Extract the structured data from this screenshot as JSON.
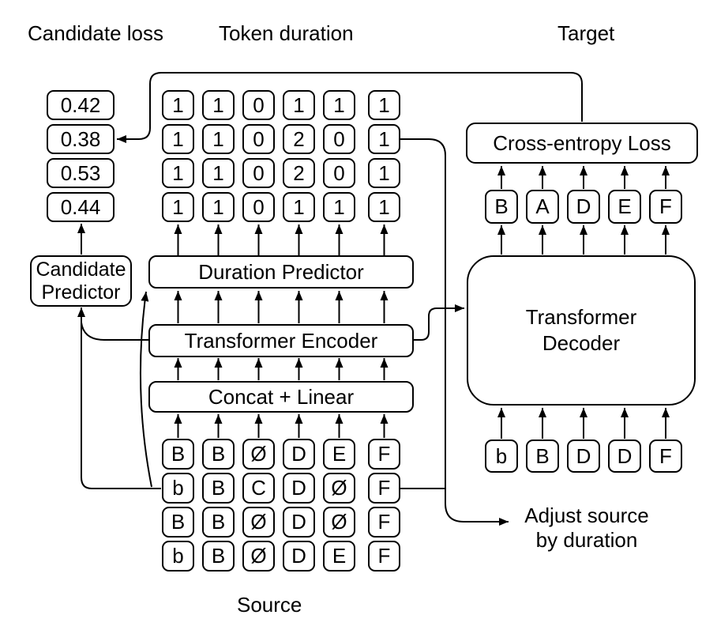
{
  "labels": {
    "candidate_loss": "Candidate loss",
    "token_duration": "Token duration",
    "target": "Target",
    "source": "Source",
    "adjust_source_line1": "Adjust source",
    "adjust_source_line2": "by duration"
  },
  "candidate_loss": {
    "values": [
      "0.42",
      "0.38",
      "0.53",
      "0.44"
    ]
  },
  "token_duration": {
    "rows": [
      [
        "1",
        "1",
        "0",
        "1",
        "1",
        "1"
      ],
      [
        "1",
        "1",
        "0",
        "2",
        "0",
        "1"
      ],
      [
        "1",
        "1",
        "0",
        "2",
        "0",
        "1"
      ],
      [
        "1",
        "1",
        "0",
        "1",
        "1",
        "1"
      ]
    ]
  },
  "source": {
    "rows": [
      [
        "B",
        "B",
        "Ø",
        "D",
        "E",
        "F"
      ],
      [
        "b",
        "B",
        "C",
        "D",
        "Ø",
        "F"
      ],
      [
        "B",
        "B",
        "Ø",
        "D",
        "Ø",
        "F"
      ],
      [
        "b",
        "B",
        "Ø",
        "D",
        "E",
        "F"
      ]
    ]
  },
  "target": {
    "tokens": [
      "B",
      "A",
      "D",
      "E",
      "F"
    ]
  },
  "decoder_input": {
    "tokens": [
      "b",
      "B",
      "D",
      "D",
      "F"
    ]
  },
  "blocks": {
    "candidate_predictor_line1": "Candidate",
    "candidate_predictor_line2": "Predictor",
    "duration_predictor": "Duration Predictor",
    "transformer_encoder": "Transformer Encoder",
    "concat_linear": "Concat + Linear",
    "transformer_decoder_line1": "Transformer",
    "transformer_decoder_line2": "Decoder",
    "cross_entropy_loss": "Cross-entropy Loss"
  },
  "colors": {
    "ink": "#000000",
    "background": "#ffffff"
  }
}
